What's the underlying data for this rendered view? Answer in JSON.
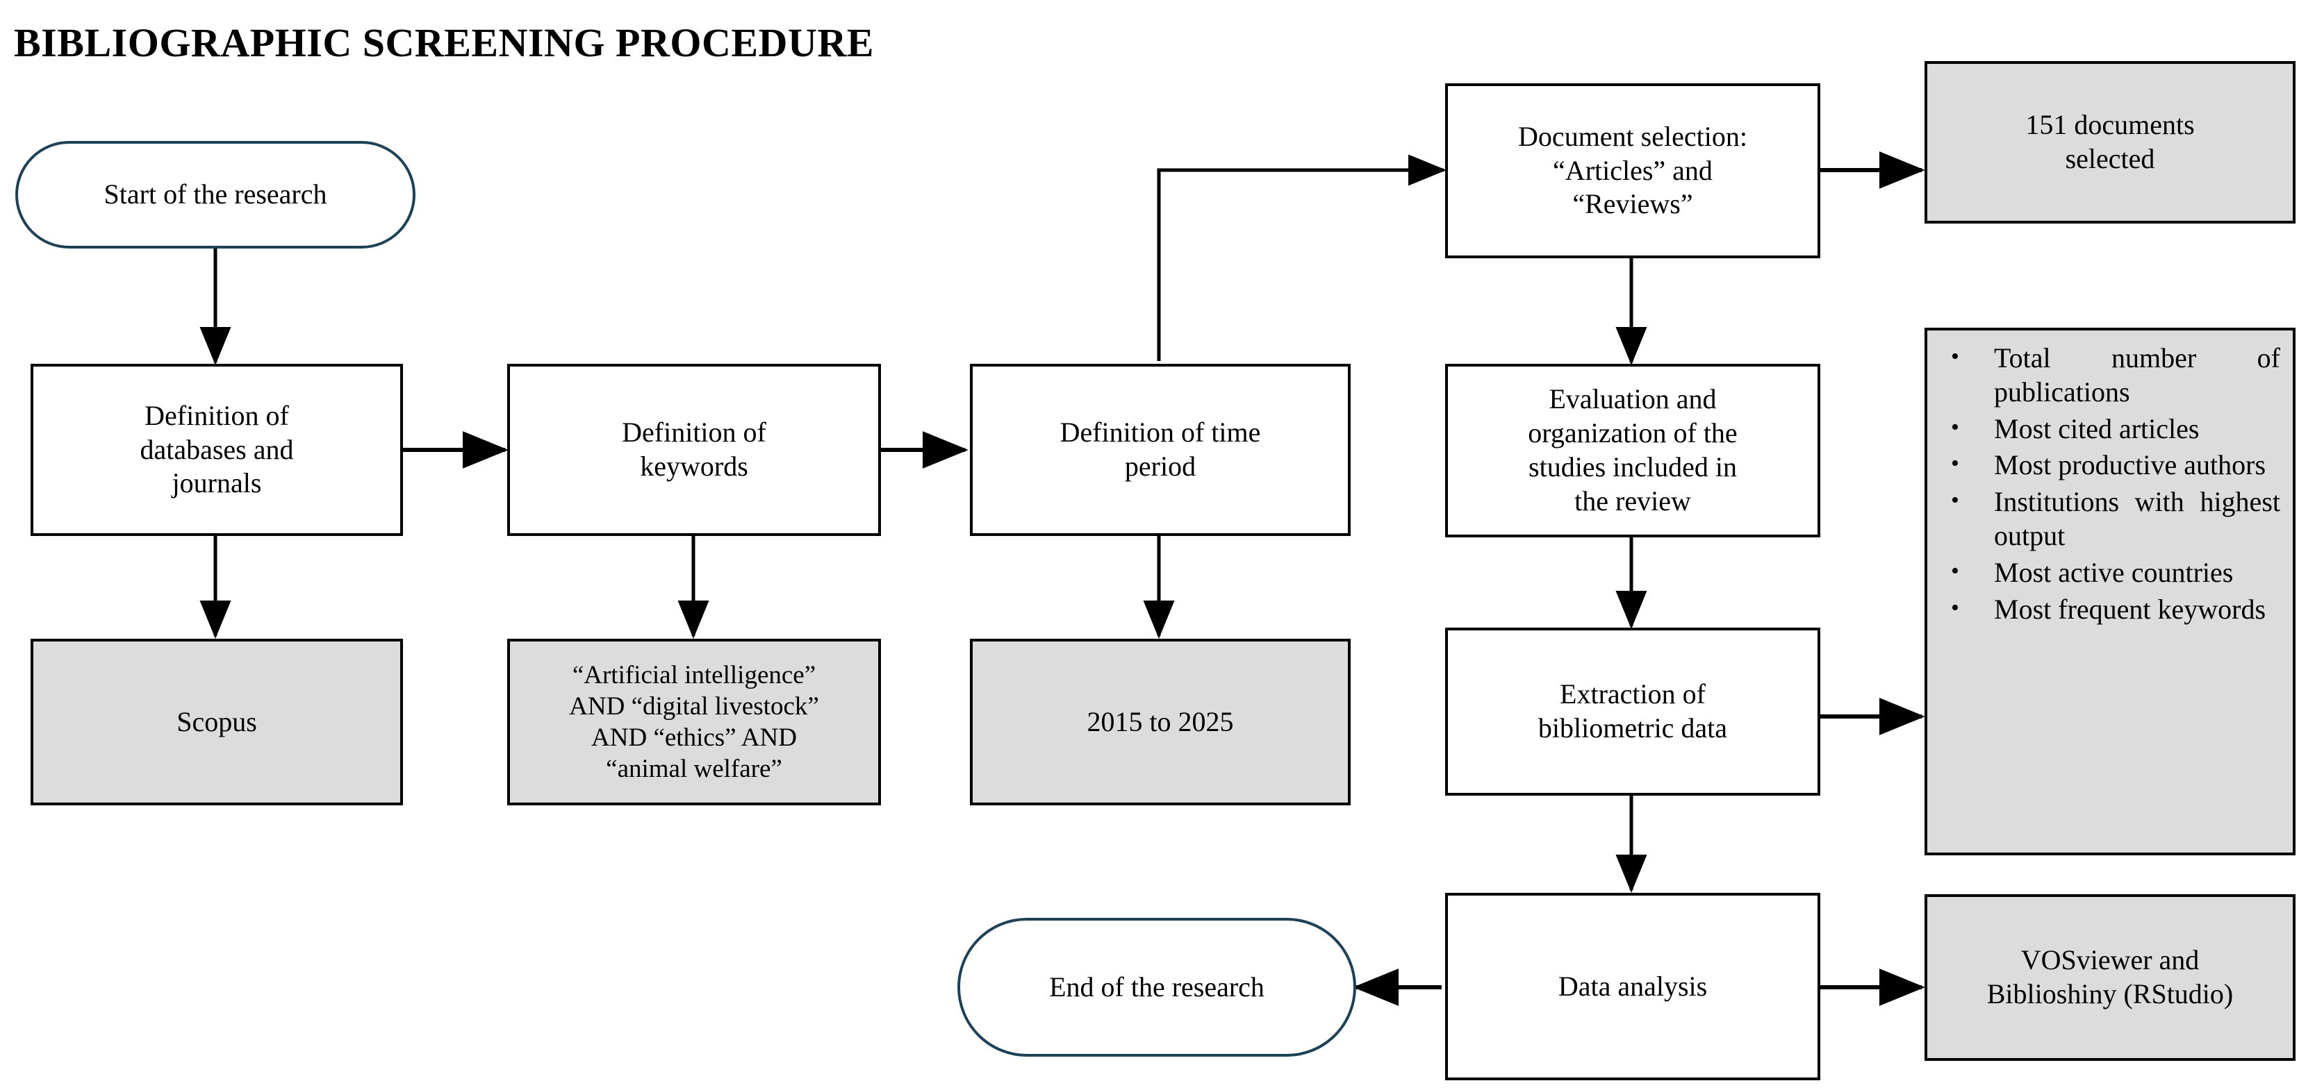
{
  "page": {
    "title": "BIBLIOGRAPHIC SCREENING PROCEDURE"
  },
  "colors": {
    "terminator_border": "#1d4257",
    "process_border": "#000000",
    "shaded_fill": "#dcdcdc",
    "arrow": "#000000",
    "background": "#ffffff",
    "text": "#000000"
  },
  "nodes": {
    "start": {
      "label": "Start of the research",
      "shape": "terminator"
    },
    "definition_databases": {
      "label": "Definition of\ndatabases and\njournals",
      "shape": "process"
    },
    "scopus": {
      "label": "Scopus",
      "shape": "shaded"
    },
    "definition_keywords": {
      "label": "Definition of\nkeywords",
      "shape": "process"
    },
    "keywords_string": {
      "label": "“Artificial intelligence”\nAND “digital livestock”\nAND “ethics” AND\n“animal welfare”",
      "shape": "shaded"
    },
    "definition_time_period": {
      "label": "Definition of time\nperiod",
      "shape": "process"
    },
    "time_range": {
      "label": "2015 to 2025",
      "shape": "shaded"
    },
    "document_selection": {
      "label": "Document selection:\n“Articles” and\n“Reviews”",
      "shape": "process"
    },
    "documents_selected": {
      "label": "151 documents\nselected",
      "shape": "shaded"
    },
    "evaluation_organization": {
      "label": "Evaluation and\norganization of the\nstudies included in\nthe review",
      "shape": "process"
    },
    "extraction": {
      "label": "Extraction of\nbibliometric data",
      "shape": "process"
    },
    "metrics": {
      "shape": "shaded-bullets",
      "bullet_char": "•",
      "items": [
        "Total number of publications",
        "Most cited articles",
        "Most productive authors",
        "Institutions with highest output",
        "Most active countries",
        "Most frequent keywords"
      ]
    },
    "data_analysis": {
      "label": "Data analysis",
      "shape": "process"
    },
    "tools": {
      "label": "VOSviewer and\nBiblioshiny (RStudio)",
      "shape": "shaded"
    },
    "end": {
      "label": "End of the research",
      "shape": "terminator"
    }
  },
  "edges": [
    {
      "from": "start",
      "to": "definition_databases",
      "type": "vertical-arrow"
    },
    {
      "from": "definition_databases",
      "to": "scopus",
      "type": "vertical-arrow"
    },
    {
      "from": "definition_databases",
      "to": "definition_keywords",
      "type": "horizontal-arrow"
    },
    {
      "from": "definition_keywords",
      "to": "keywords_string",
      "type": "vertical-arrow"
    },
    {
      "from": "definition_keywords",
      "to": "definition_time_period",
      "type": "horizontal-arrow"
    },
    {
      "from": "definition_time_period",
      "to": "time_range",
      "type": "vertical-arrow"
    },
    {
      "from": "definition_time_period",
      "to": "document_selection",
      "type": "elbow-up-right-arrow"
    },
    {
      "from": "document_selection",
      "to": "documents_selected",
      "type": "horizontal-arrow"
    },
    {
      "from": "document_selection",
      "to": "evaluation_organization",
      "type": "vertical-arrow"
    },
    {
      "from": "evaluation_organization",
      "to": "extraction",
      "type": "vertical-arrow"
    },
    {
      "from": "extraction",
      "to": "metrics",
      "type": "horizontal-arrow"
    },
    {
      "from": "extraction",
      "to": "data_analysis",
      "type": "vertical-arrow"
    },
    {
      "from": "data_analysis",
      "to": "tools",
      "type": "horizontal-arrow"
    },
    {
      "from": "data_analysis",
      "to": "end",
      "type": "horizontal-arrow-left"
    }
  ]
}
